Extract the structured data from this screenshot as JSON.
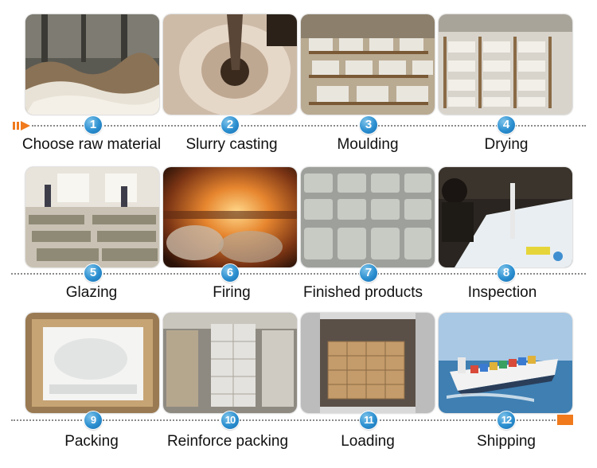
{
  "accent_color": "#f07a1c",
  "step_badge_color": "#2b8fd0",
  "steps": [
    {
      "number": "1",
      "label": "Choose raw material",
      "image": "raw-material-photo"
    },
    {
      "number": "2",
      "label": "Slurry casting",
      "image": "slurry-casting-photo"
    },
    {
      "number": "3",
      "label": "Moulding",
      "image": "moulding-photo"
    },
    {
      "number": "4",
      "label": "Drying",
      "image": "drying-photo"
    },
    {
      "number": "5",
      "label": "Glazing",
      "image": "glazing-photo"
    },
    {
      "number": "6",
      "label": "Firing",
      "image": "firing-photo"
    },
    {
      "number": "7",
      "label": "Finished products",
      "image": "finished-products-photo"
    },
    {
      "number": "8",
      "label": "Inspection",
      "image": "inspection-photo"
    },
    {
      "number": "9",
      "label": "Packing",
      "image": "packing-photo"
    },
    {
      "number": "10",
      "label": "Reinforce packing",
      "image": "reinforce-packing-photo"
    },
    {
      "number": "11",
      "label": "Loading",
      "image": "loading-photo"
    },
    {
      "number": "12",
      "label": "Shipping",
      "image": "shipping-photo"
    }
  ]
}
